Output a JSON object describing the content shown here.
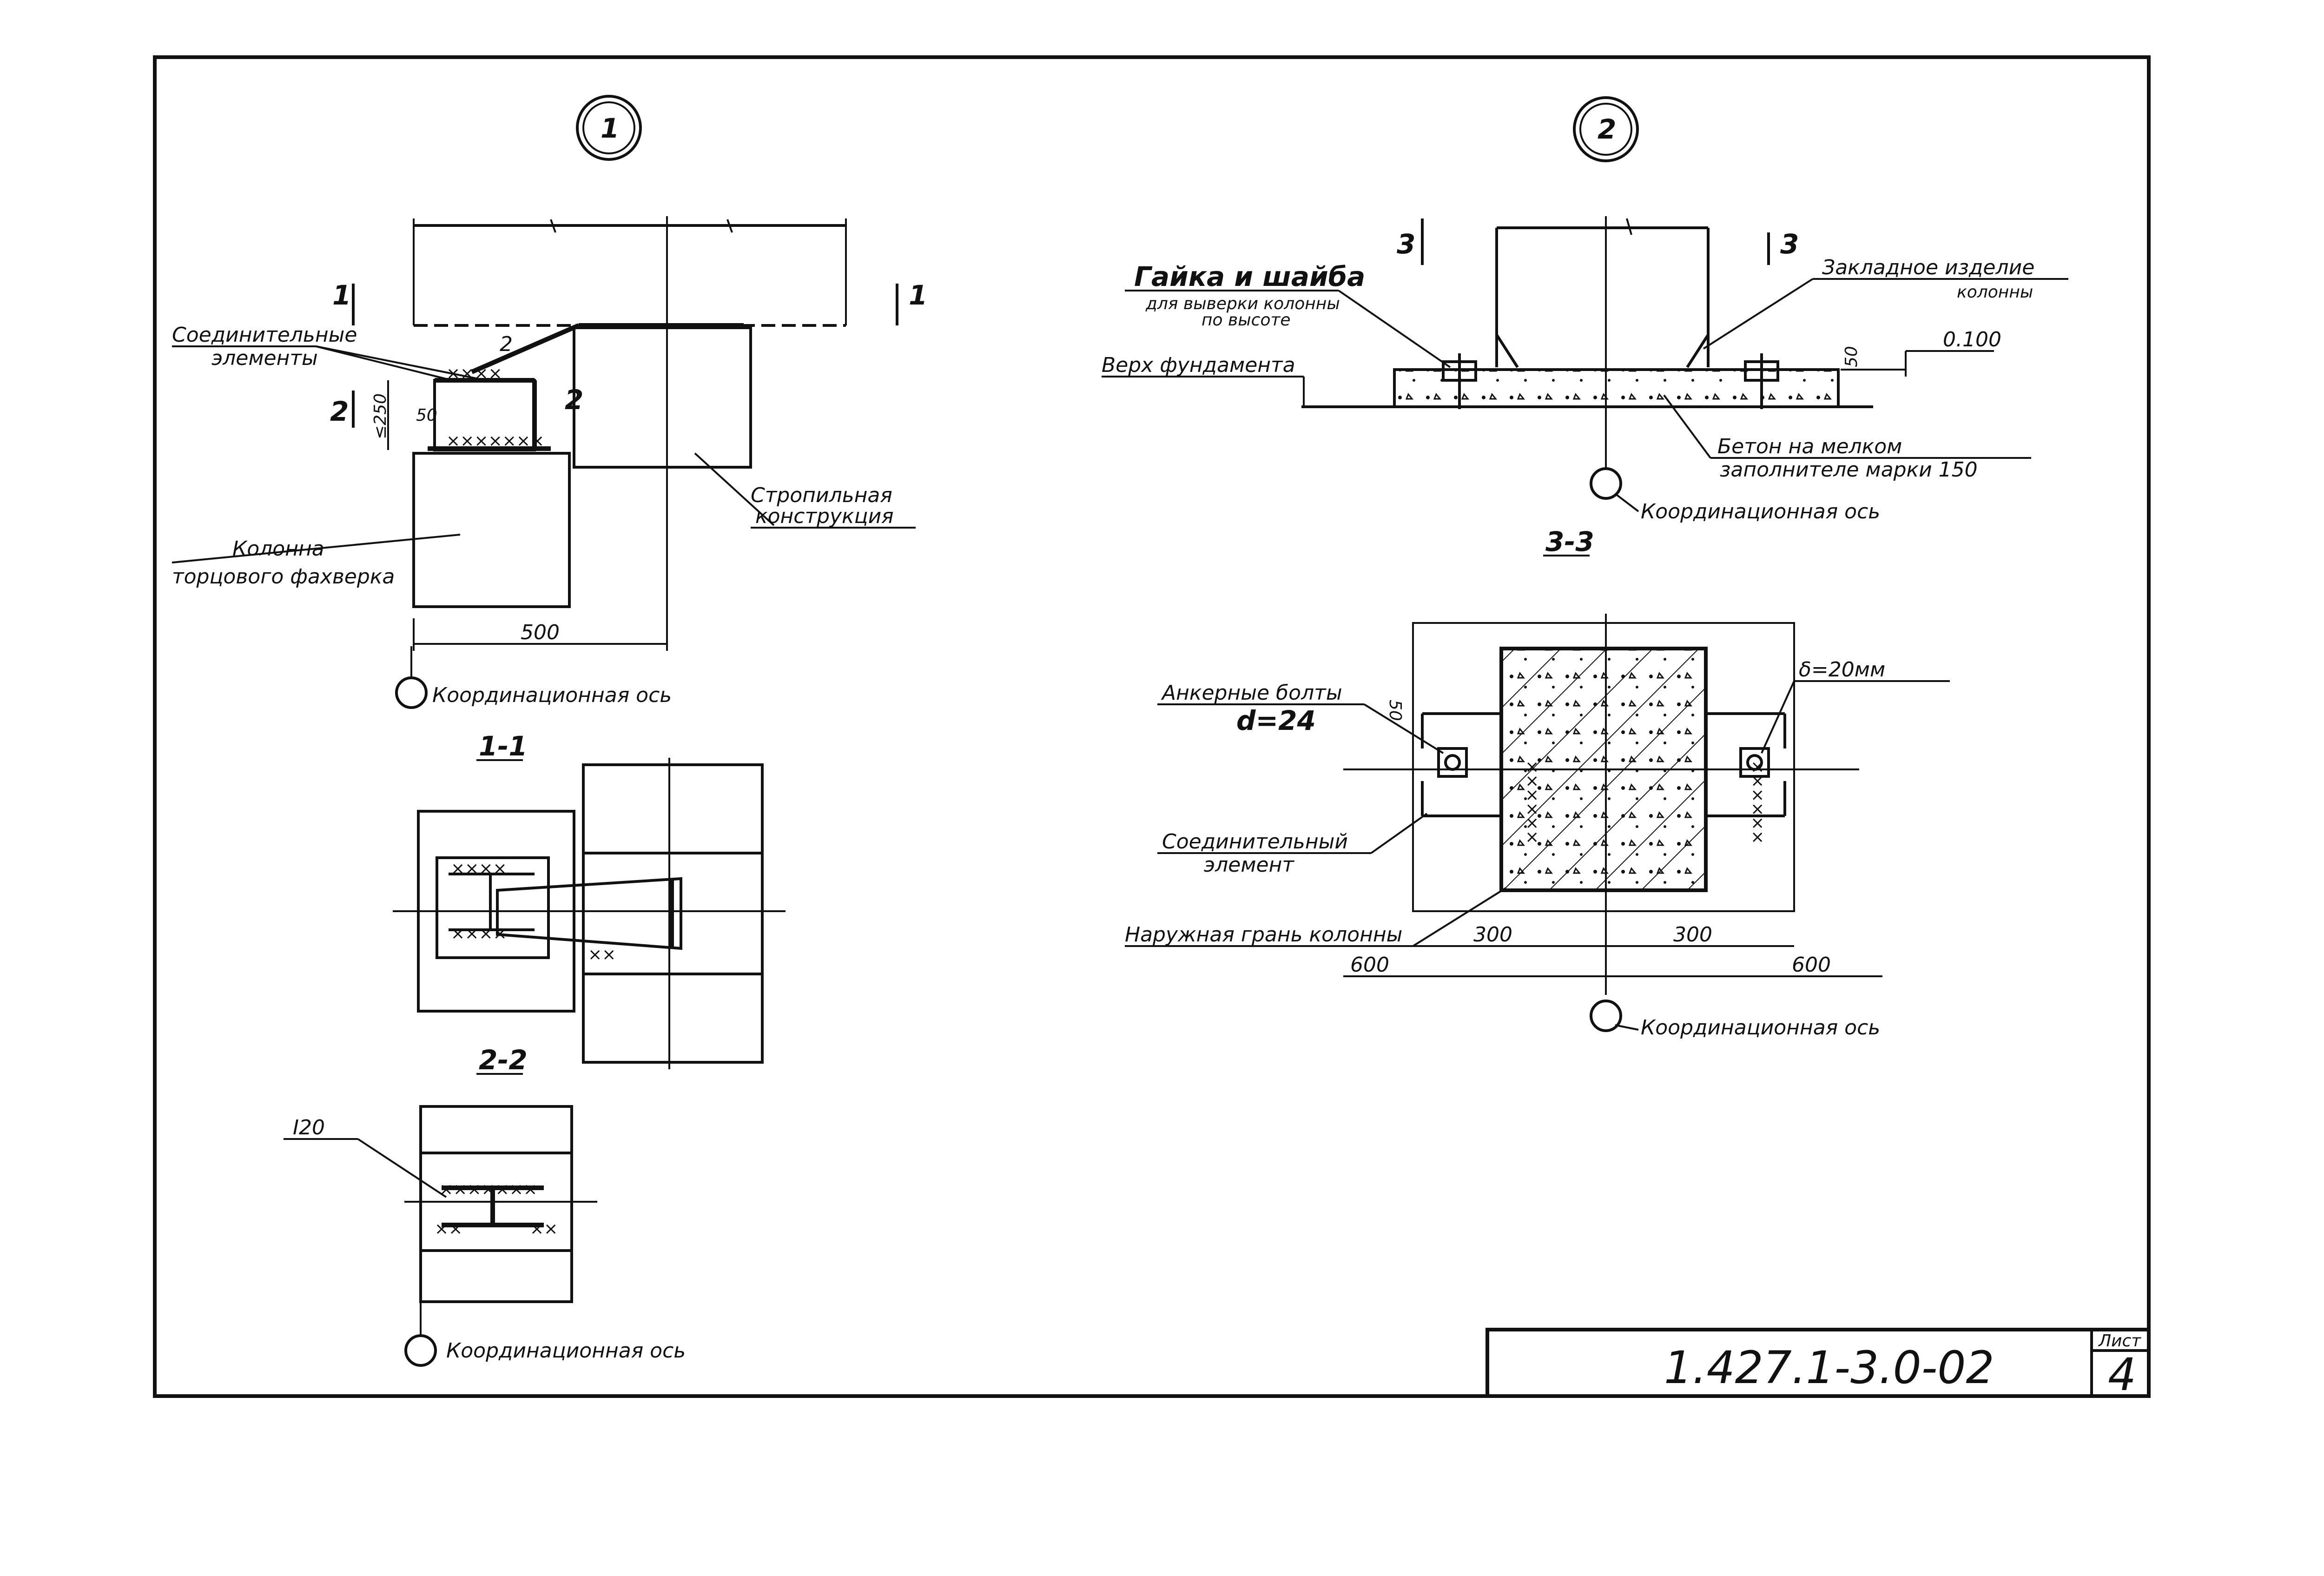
{
  "sheet": {
    "title_block": {
      "code": "1.427.1-3.0-02",
      "sheet_label": "Лист",
      "sheet_number": "4"
    }
  },
  "detail1": {
    "marker": "1",
    "labels": {
      "connecting_elements": [
        "Соединительные",
        "элементы"
      ],
      "rafter": [
        "Стропильная",
        "конструкция"
      ],
      "column": [
        "Колонна",
        "торцового фахверка"
      ],
      "coord_axis": "Координационная ось"
    },
    "section_marks": {
      "s1": "1",
      "s2": "2"
    },
    "dimensions": {
      "width": "500",
      "height": "≤250",
      "offset": "50",
      "weld": "2"
    }
  },
  "section_1_1": {
    "title": "1-1"
  },
  "section_2_2": {
    "title": "2-2",
    "profile": "I20",
    "coord_axis": "Координационная ось"
  },
  "detail2": {
    "marker": "2",
    "section_mark": "3",
    "labels": {
      "nut": [
        "Гайка и шайба",
        "для выверки колонны",
        "по высоте"
      ],
      "foundation_top": "Верх фундамента",
      "embedded": [
        "Закладное изделие",
        "колонны"
      ],
      "level": "0.100",
      "gap": "50",
      "concrete": [
        "Бетон на мелком",
        "заполнителе марки 150"
      ],
      "coord_axis": "Координационная ось"
    }
  },
  "section_3_3": {
    "title": "3-3",
    "labels": {
      "anchor": [
        "Анкерные болты",
        "d=24"
      ],
      "thickness": "δ=20мм",
      "connecting": [
        "Соединительный",
        "элемент"
      ],
      "outer_face": "Наружная грань колонны",
      "dim_left": "300",
      "dim_right": "300",
      "dim_total_left": "600",
      "dim_total_right": "600",
      "dim_side": "50",
      "coord_axis": "Координационная ось"
    }
  }
}
